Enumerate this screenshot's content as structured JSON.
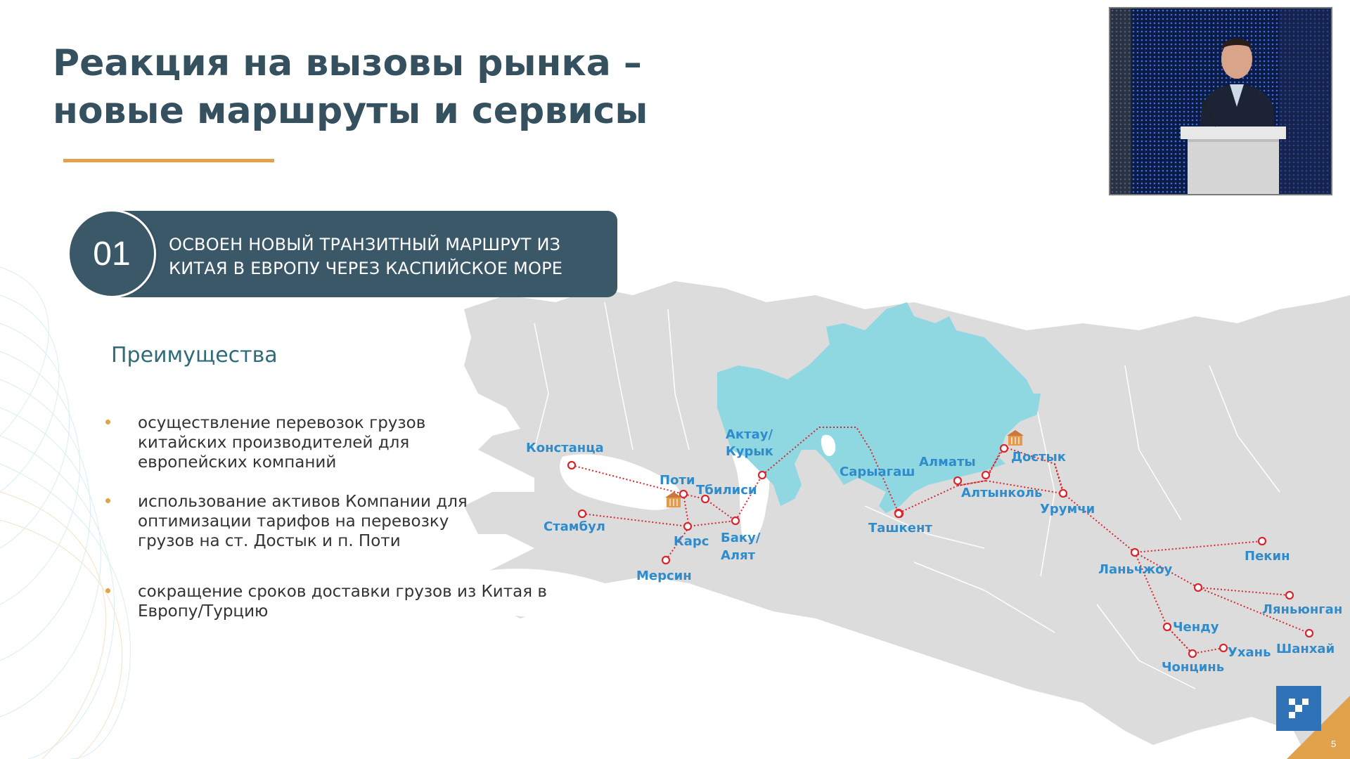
{
  "slide": {
    "title_line1": "Реакция на вызовы рынка –",
    "title_line2": "новые маршруты и сервисы",
    "number": "01",
    "banner_line1": "ОСВОЕН НОВЫЙ ТРАНЗИТНЫЙ МАРШРУТ ИЗ",
    "banner_line2": "КИТАЯ В ЕВРОПУ ЧЕРЕЗ КАСПИЙСКОЕ МОРЕ",
    "advantages_title": "Преимущества",
    "bullets": [
      {
        "lines": [
          "осуществление перевозок грузов",
          "китайских производителей для",
          "европейских компаний"
        ]
      },
      {
        "lines": [
          "использование активов Компании для",
          "оптимизации тарифов на перевозку",
          "грузов на ст. Достык и п. Поти"
        ]
      },
      {
        "lines": [
          "сокращение сроков доставки грузов из Китая в",
          "Европу/Турцию"
        ]
      }
    ],
    "page_number": "5"
  },
  "map": {
    "cities": {
      "constanta": "Констанца",
      "istanbul": "Стамбул",
      "poti": "Поти",
      "tbilisi": "Тбилиси",
      "kars": "Карс",
      "mersin": "Мерсин",
      "baku_line1": "Баку/",
      "baku_line2": "Алят",
      "aktau_line1": "Актау/",
      "aktau_line2": "Курык",
      "saryagash": "Сарыагаш",
      "tashkent": "Ташкент",
      "almaty": "Алматы",
      "altynkol": "Алтынколь",
      "dostyk": "Достык",
      "urumqi": "Урумчи",
      "lanzhou": "Ланьчжоу",
      "beijing": "Пекин",
      "lianyungang": "Ляньюнган",
      "shanghai": "Шанхай",
      "chengdu": "Ченду",
      "chongqing": "Чонцинь",
      "wuhan": "Ухань"
    }
  },
  "colors": {
    "primary": "#3a5868",
    "title": "#35505e",
    "accent": "#e1a24b",
    "kazakhstan": "#8fd7e1",
    "route": "#d9262e",
    "label": "#2f8ccc",
    "land": "#dcdcdc"
  }
}
